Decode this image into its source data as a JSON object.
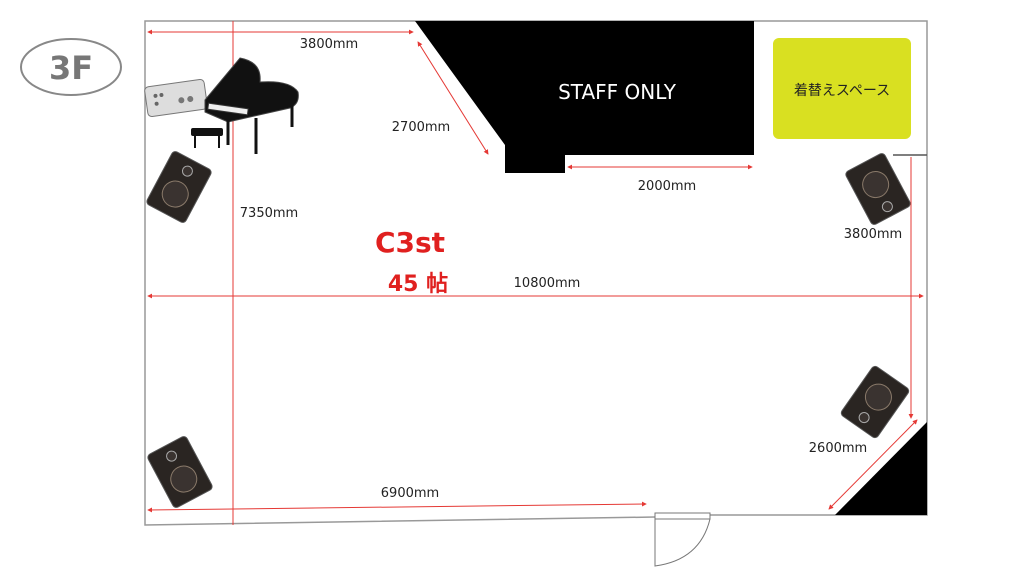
{
  "floor_label": "3F",
  "room": {
    "name": "C3st",
    "size": "45 帖"
  },
  "areas": {
    "staff": "STAFF ONLY",
    "changing": "着替えスペース"
  },
  "dimensions": {
    "top_width": "3800mm",
    "diagonal_staff": "2700mm",
    "staff_bottom": "2000mm",
    "depth": "7350mm",
    "right_wall": "3800mm",
    "full_width": "10800mm",
    "bottom_width": "6900mm",
    "corner_diagonal": "2600mm"
  },
  "colors": {
    "accent_red": "#e0201f",
    "changing_area": "#d9e021",
    "dimension_line": "#e53935"
  }
}
